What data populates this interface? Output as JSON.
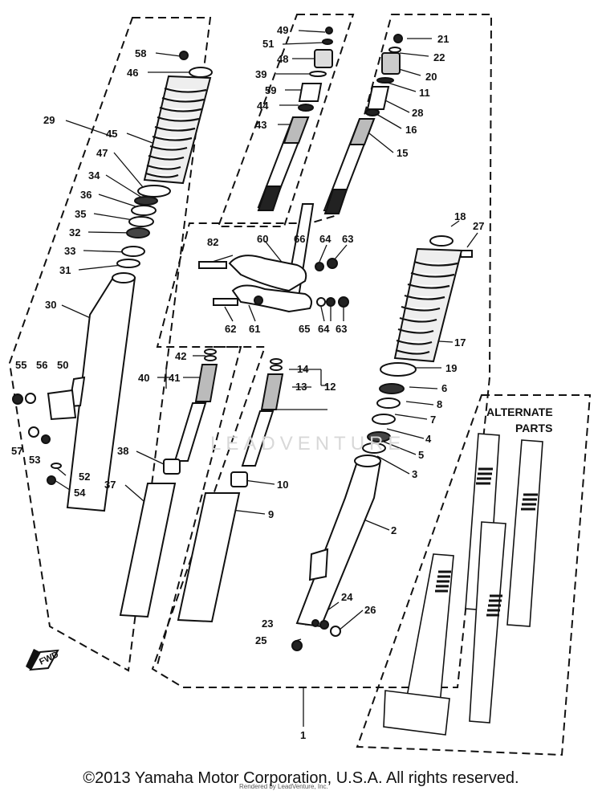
{
  "diagram": {
    "alternate_title_line1": "ALTERNATE",
    "alternate_title_line2": "PARTS",
    "callouts": [
      "49",
      "51",
      "48",
      "39",
      "59",
      "44",
      "43",
      "58",
      "46",
      "29",
      "45",
      "47",
      "34",
      "36",
      "35",
      "32",
      "33",
      "31",
      "30",
      "55",
      "56",
      "50",
      "57",
      "53",
      "52",
      "54",
      "21",
      "22",
      "20",
      "11",
      "28",
      "16",
      "15",
      "18",
      "27",
      "17",
      "19",
      "6",
      "8",
      "7",
      "4",
      "5",
      "3",
      "2",
      "24",
      "26",
      "23",
      "25",
      "1",
      "82",
      "60",
      "66",
      "64",
      "63",
      "62",
      "61",
      "65",
      "42",
      "40",
      "41",
      "38",
      "37",
      "14",
      "13",
      "12",
      "10",
      "9"
    ],
    "watermark": "LEADVENTURE",
    "direction_mark": "FWD"
  },
  "footer": {
    "copyright": "©2013 Yamaha Motor Corporation, U.S.A. All rights reserved.",
    "render_credit": "Rendered by LeadVenture, Inc."
  }
}
